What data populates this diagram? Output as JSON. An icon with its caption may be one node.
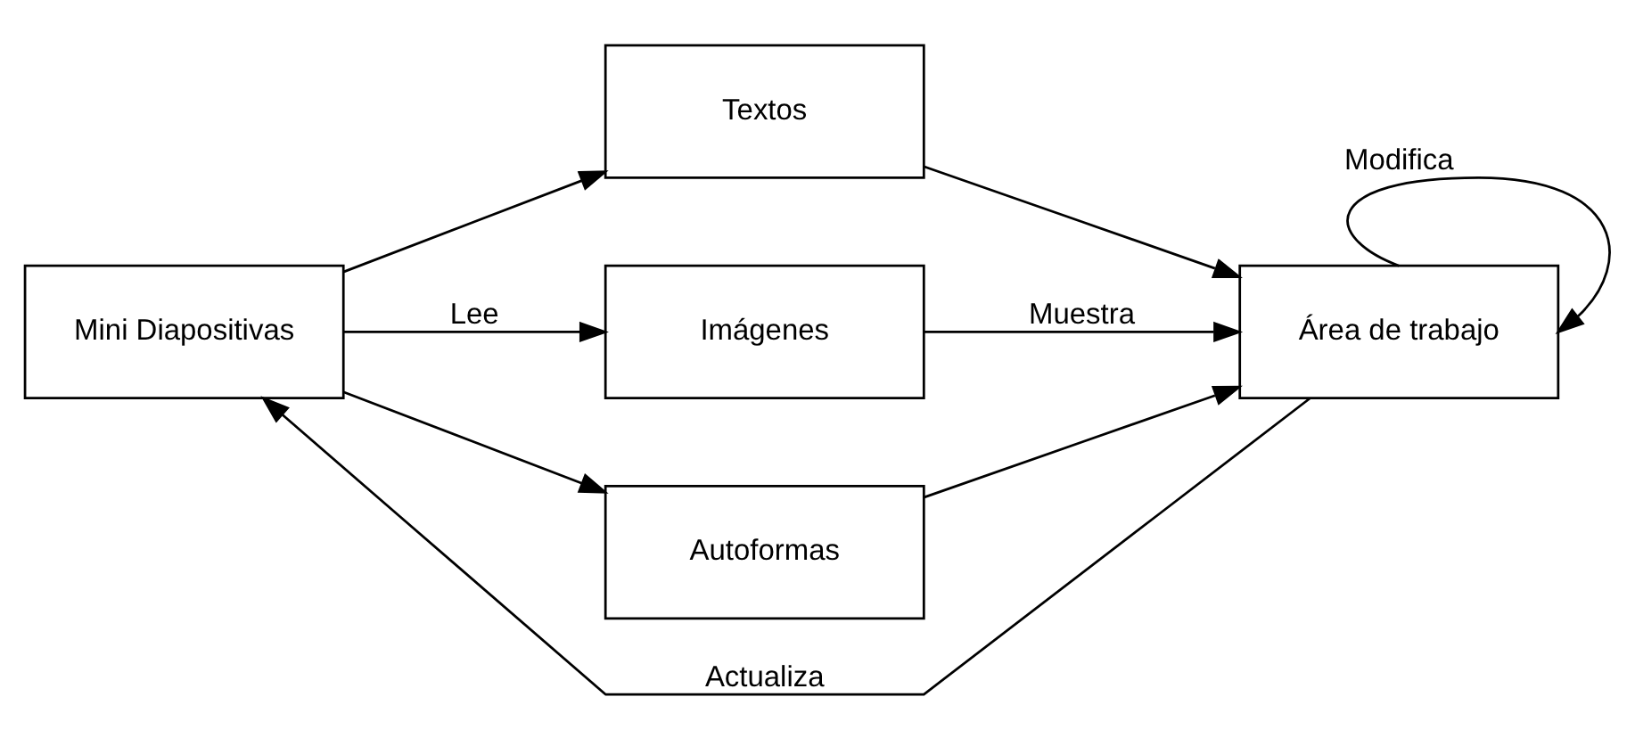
{
  "diagram": {
    "nodes": [
      {
        "text": [
          "Mini Diapositivas"
        ]
      },
      {
        "text": [
          "Textos"
        ]
      },
      {
        "text": [
          "Imágenes"
        ]
      },
      {
        "text": [
          "Autoformas"
        ]
      },
      {
        "text": [
          "Área de trabajo"
        ]
      }
    ],
    "edges": [
      {
        "from": 0,
        "to": 1,
        "arrow": "to"
      },
      {
        "from": 0,
        "to": 2,
        "arrow": "to",
        "label": "Lee"
      },
      {
        "from": 0,
        "to": 3,
        "arrow": "to"
      },
      {
        "from": 1,
        "to": 4,
        "arrow": "to"
      },
      {
        "from": 2,
        "to": 4,
        "arrow": "to",
        "label": "Muestra"
      },
      {
        "from": 3,
        "to": 4,
        "arrow": "to"
      },
      {
        "from": 4,
        "to": 0,
        "arrow": "to",
        "label": "Actualiza"
      },
      {
        "from": 4,
        "to": 4,
        "arrow": "to",
        "label": "Modifica"
      }
    ]
  }
}
